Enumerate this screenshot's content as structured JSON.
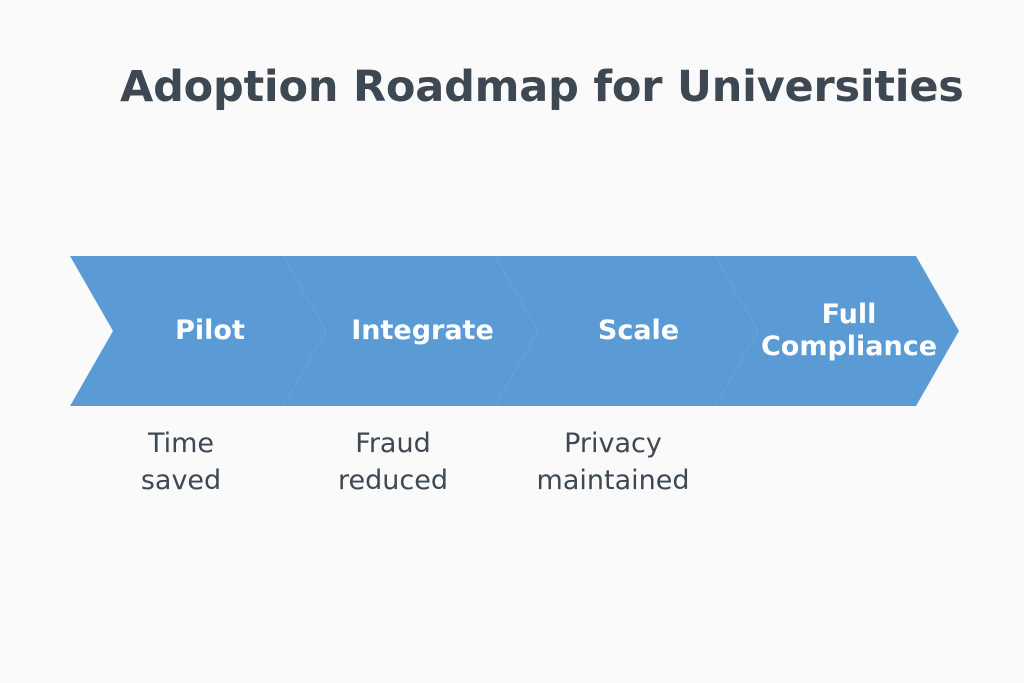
{
  "page": {
    "title": "Adoption Roadmap for Universities",
    "background_color": "#fafafa",
    "title_color": "#3e4853",
    "accent_color": "#5b9bd5"
  },
  "roadmap": {
    "stages": [
      {
        "label": "Pilot",
        "caption": "Time\nsaved"
      },
      {
        "label": "Integrate",
        "caption": "Fraud\nreduced"
      },
      {
        "label": "Scale",
        "caption": "Privacy\nmaintained"
      },
      {
        "label": "Full\nCompliance",
        "caption": ""
      }
    ]
  }
}
